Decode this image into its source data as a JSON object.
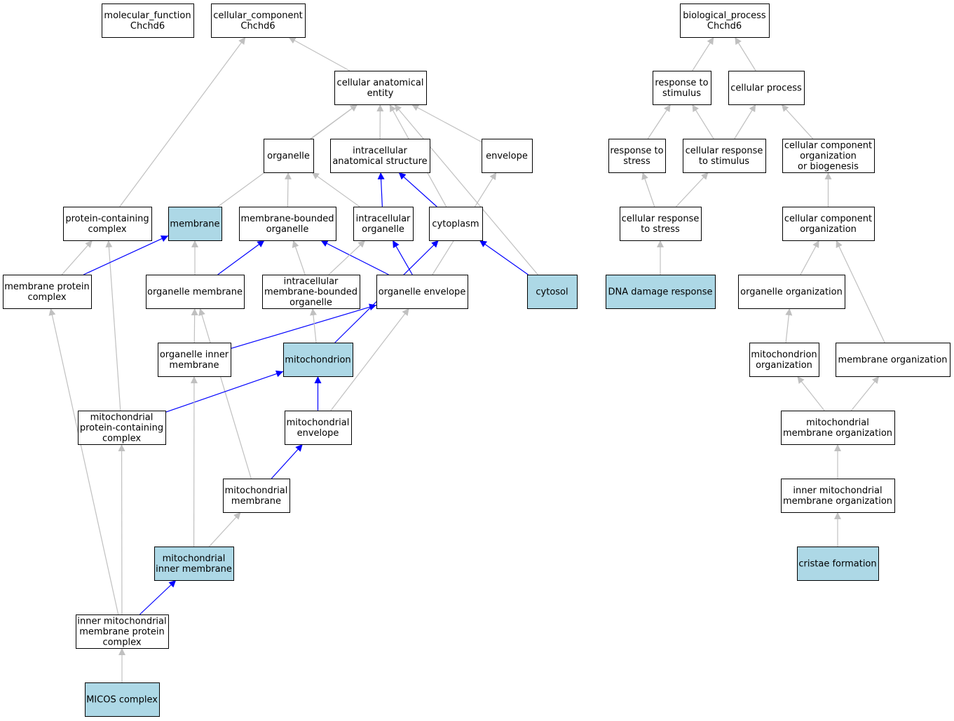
{
  "colors": {
    "node_fill": "#ffffff",
    "highlight_fill": "#add8e6",
    "border": "#000000",
    "is_a_edge": "#c0c0c0",
    "part_of_edge": "#0000ff"
  },
  "nodes": [
    {
      "id": "mf_root",
      "lines": [
        "molecular_function",
        "Chchd6"
      ],
      "highlight": false
    },
    {
      "id": "cc_root",
      "lines": [
        "cellular_component",
        "Chchd6"
      ],
      "highlight": false
    },
    {
      "id": "bp_root",
      "lines": [
        "biological_process",
        "Chchd6"
      ],
      "highlight": false
    },
    {
      "id": "cae",
      "lines": [
        "cellular anatomical",
        "entity"
      ],
      "highlight": false
    },
    {
      "id": "resp_stim",
      "lines": [
        "response to",
        "stimulus"
      ],
      "highlight": false
    },
    {
      "id": "cell_proc",
      "lines": [
        "cellular process"
      ],
      "highlight": false
    },
    {
      "id": "organelle",
      "lines": [
        "organelle"
      ],
      "highlight": false
    },
    {
      "id": "ias",
      "lines": [
        "intracellular",
        "anatomical structure"
      ],
      "highlight": false
    },
    {
      "id": "envelope",
      "lines": [
        "envelope"
      ],
      "highlight": false
    },
    {
      "id": "resp_stress",
      "lines": [
        "response to",
        "stress"
      ],
      "highlight": false
    },
    {
      "id": "cell_resp_stim",
      "lines": [
        "cellular response",
        "to stimulus"
      ],
      "highlight": false
    },
    {
      "id": "ccob",
      "lines": [
        "cellular component",
        "organization",
        "or biogenesis"
      ],
      "highlight": false
    },
    {
      "id": "pcc",
      "lines": [
        "protein-containing",
        "complex"
      ],
      "highlight": false
    },
    {
      "id": "membrane",
      "lines": [
        "membrane"
      ],
      "highlight": true
    },
    {
      "id": "mbo",
      "lines": [
        "membrane-bounded",
        "organelle"
      ],
      "highlight": false
    },
    {
      "id": "intra_org",
      "lines": [
        "intracellular",
        "organelle"
      ],
      "highlight": false
    },
    {
      "id": "cytoplasm",
      "lines": [
        "cytoplasm"
      ],
      "highlight": false
    },
    {
      "id": "cell_resp_stress",
      "lines": [
        "cellular response",
        "to stress"
      ],
      "highlight": false
    },
    {
      "id": "cco",
      "lines": [
        "cellular component",
        "organization"
      ],
      "highlight": false
    },
    {
      "id": "mpc",
      "lines": [
        "membrane protein",
        "complex"
      ],
      "highlight": false
    },
    {
      "id": "org_mem",
      "lines": [
        "organelle membrane"
      ],
      "highlight": false
    },
    {
      "id": "imbo",
      "lines": [
        "intracellular",
        "membrane-bounded",
        "organelle"
      ],
      "highlight": false
    },
    {
      "id": "org_env",
      "lines": [
        "organelle envelope"
      ],
      "highlight": false
    },
    {
      "id": "cytosol",
      "lines": [
        "cytosol"
      ],
      "highlight": true
    },
    {
      "id": "dna_damage",
      "lines": [
        "DNA damage response"
      ],
      "highlight": true
    },
    {
      "id": "org_org",
      "lines": [
        "organelle organization"
      ],
      "highlight": false
    },
    {
      "id": "org_inner_mem",
      "lines": [
        "organelle inner",
        "membrane"
      ],
      "highlight": false
    },
    {
      "id": "mito",
      "lines": [
        "mitochondrion"
      ],
      "highlight": true
    },
    {
      "id": "mito_org",
      "lines": [
        "mitochondrion",
        "organization"
      ],
      "highlight": false
    },
    {
      "id": "mem_org",
      "lines": [
        "membrane organization"
      ],
      "highlight": false
    },
    {
      "id": "mito_pcc",
      "lines": [
        "mitochondrial",
        "protein-containing",
        "complex"
      ],
      "highlight": false
    },
    {
      "id": "mito_env",
      "lines": [
        "mitochondrial",
        "envelope"
      ],
      "highlight": false
    },
    {
      "id": "mito_mem_org",
      "lines": [
        "mitochondrial",
        "membrane organization"
      ],
      "highlight": false
    },
    {
      "id": "mito_mem",
      "lines": [
        "mitochondrial",
        "membrane"
      ],
      "highlight": false
    },
    {
      "id": "inner_mito_mem_org",
      "lines": [
        "inner mitochondrial",
        "membrane organization"
      ],
      "highlight": false
    },
    {
      "id": "mito_inner_mem",
      "lines": [
        "mitochondrial",
        "inner membrane"
      ],
      "highlight": true
    },
    {
      "id": "cristae",
      "lines": [
        "cristae formation"
      ],
      "highlight": true
    },
    {
      "id": "imm_pc",
      "lines": [
        "inner mitochondrial",
        "membrane protein",
        "complex"
      ],
      "highlight": false
    },
    {
      "id": "micos",
      "lines": [
        "MICOS complex"
      ],
      "highlight": true
    }
  ],
  "edges": [
    {
      "from": "cae",
      "to": "cc_root",
      "type": "is_a"
    },
    {
      "from": "pcc",
      "to": "cc_root",
      "type": "is_a"
    },
    {
      "from": "organelle",
      "to": "cae",
      "type": "is_a"
    },
    {
      "from": "ias",
      "to": "cae",
      "type": "is_a"
    },
    {
      "from": "envelope",
      "to": "cae",
      "type": "is_a"
    },
    {
      "from": "membrane",
      "to": "cae",
      "type": "is_a"
    },
    {
      "from": "cytoplasm",
      "to": "cae",
      "type": "is_a"
    },
    {
      "from": "cytosol",
      "to": "cae",
      "type": "is_a"
    },
    {
      "from": "mbo",
      "to": "organelle",
      "type": "is_a"
    },
    {
      "from": "intra_org",
      "to": "organelle",
      "type": "is_a"
    },
    {
      "from": "intra_org",
      "to": "ias",
      "type": "part_of"
    },
    {
      "from": "cytoplasm",
      "to": "ias",
      "type": "part_of"
    },
    {
      "from": "mpc",
      "to": "pcc",
      "type": "is_a"
    },
    {
      "from": "mito_pcc",
      "to": "pcc",
      "type": "is_a"
    },
    {
      "from": "mpc",
      "to": "membrane",
      "type": "part_of"
    },
    {
      "from": "org_mem",
      "to": "membrane",
      "type": "is_a"
    },
    {
      "from": "org_mem",
      "to": "mbo",
      "type": "part_of"
    },
    {
      "from": "imbo",
      "to": "mbo",
      "type": "is_a"
    },
    {
      "from": "org_env",
      "to": "mbo",
      "type": "part_of"
    },
    {
      "from": "imbo",
      "to": "intra_org",
      "type": "is_a"
    },
    {
      "from": "org_env",
      "to": "intra_org",
      "type": "part_of"
    },
    {
      "from": "org_env",
      "to": "envelope",
      "type": "is_a"
    },
    {
      "from": "cytosol",
      "to": "cytoplasm",
      "type": "part_of"
    },
    {
      "from": "mito",
      "to": "cytoplasm",
      "type": "part_of"
    },
    {
      "from": "org_inner_mem",
      "to": "org_mem",
      "type": "is_a"
    },
    {
      "from": "mito_mem",
      "to": "org_mem",
      "type": "is_a"
    },
    {
      "from": "org_inner_mem",
      "to": "org_env",
      "type": "part_of"
    },
    {
      "from": "mito",
      "to": "imbo",
      "type": "is_a"
    },
    {
      "from": "mito_env",
      "to": "org_env",
      "type": "is_a"
    },
    {
      "from": "mito_env",
      "to": "mito",
      "type": "part_of"
    },
    {
      "from": "mito_pcc",
      "to": "mito",
      "type": "part_of"
    },
    {
      "from": "mito_mem",
      "to": "mito_env",
      "type": "part_of"
    },
    {
      "from": "imm_pc",
      "to": "mito_pcc",
      "type": "is_a"
    },
    {
      "from": "imm_pc",
      "to": "mpc",
      "type": "is_a"
    },
    {
      "from": "mito_inner_mem",
      "to": "org_inner_mem",
      "type": "is_a"
    },
    {
      "from": "mito_inner_mem",
      "to": "mito_mem",
      "type": "is_a"
    },
    {
      "from": "imm_pc",
      "to": "mito_inner_mem",
      "type": "part_of"
    },
    {
      "from": "micos",
      "to": "imm_pc",
      "type": "is_a"
    },
    {
      "from": "resp_stim",
      "to": "bp_root",
      "type": "is_a"
    },
    {
      "from": "cell_proc",
      "to": "bp_root",
      "type": "is_a"
    },
    {
      "from": "resp_stress",
      "to": "resp_stim",
      "type": "is_a"
    },
    {
      "from": "cell_resp_stim",
      "to": "resp_stim",
      "type": "is_a"
    },
    {
      "from": "cell_resp_stim",
      "to": "cell_proc",
      "type": "is_a"
    },
    {
      "from": "ccob",
      "to": "cell_proc",
      "type": "is_a"
    },
    {
      "from": "cell_resp_stress",
      "to": "resp_stress",
      "type": "is_a"
    },
    {
      "from": "cell_resp_stress",
      "to": "cell_resp_stim",
      "type": "is_a"
    },
    {
      "from": "dna_damage",
      "to": "cell_resp_stress",
      "type": "is_a"
    },
    {
      "from": "cco",
      "to": "ccob",
      "type": "is_a"
    },
    {
      "from": "org_org",
      "to": "cco",
      "type": "is_a"
    },
    {
      "from": "mem_org",
      "to": "cco",
      "type": "is_a"
    },
    {
      "from": "mito_org",
      "to": "org_org",
      "type": "is_a"
    },
    {
      "from": "mito_mem_org",
      "to": "mito_org",
      "type": "is_a"
    },
    {
      "from": "mito_mem_org",
      "to": "mem_org",
      "type": "is_a"
    },
    {
      "from": "inner_mito_mem_org",
      "to": "mito_mem_org",
      "type": "is_a"
    },
    {
      "from": "cristae",
      "to": "inner_mito_mem_org",
      "type": "is_a"
    }
  ]
}
